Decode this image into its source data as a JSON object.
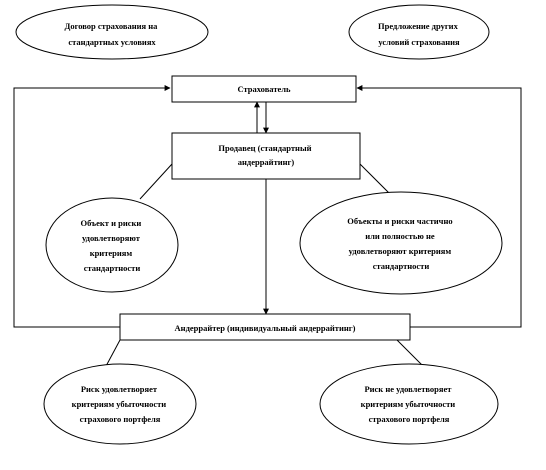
{
  "diagram": {
    "nodes": {
      "contract_standard": {
        "shape": "ellipse",
        "lines": [
          "Договор страхования на",
          "стандартных условиях"
        ]
      },
      "other_terms": {
        "shape": "ellipse",
        "lines": [
          "Предложение других",
          "условий страхования"
        ]
      },
      "insurer": {
        "shape": "rect",
        "lines": [
          "Страхователь"
        ]
      },
      "seller": {
        "shape": "rect",
        "lines": [
          "Продавец (стандартный",
          "андеррайтинг)"
        ]
      },
      "objects_meet": {
        "shape": "ellipse",
        "lines": [
          "Объект и риски",
          "удовлетворяют",
          "критериям",
          "стандартности"
        ]
      },
      "objects_partial": {
        "shape": "ellipse",
        "lines": [
          "Объекты и риски частично",
          "или полностью не",
          "удовлетворяют критериям",
          "стандартности"
        ]
      },
      "underwriter": {
        "shape": "rect",
        "lines": [
          "Андеррайтер (индивидуальный  андеррайтинг)"
        ]
      },
      "risk_meets": {
        "shape": "ellipse",
        "lines": [
          "Риск удовлетворяет",
          "критериям убыточности",
          "страхового портфеля"
        ]
      },
      "risk_not_meets": {
        "shape": "ellipse",
        "lines": [
          "Риск не удовлетворяет",
          "критериям убыточности",
          "страхового портфеля"
        ]
      }
    },
    "connectors": [
      {
        "id": "insurer-to-seller",
        "from": "insurer",
        "to": "seller",
        "arrow": true
      },
      {
        "id": "seller-to-insurer",
        "from": "seller",
        "to": "insurer",
        "arrow": true
      },
      {
        "id": "seller-to-underwriter",
        "from": "seller",
        "to": "underwriter",
        "arrow": true
      },
      {
        "id": "seller-to-objects-meet",
        "from": "seller",
        "to": "objects_meet",
        "arrow": false
      },
      {
        "id": "seller-to-objects-partial",
        "from": "seller",
        "to": "objects_partial",
        "arrow": false
      },
      {
        "id": "underwriter-to-insurer-left",
        "from": "underwriter",
        "to": "insurer",
        "arrow": true
      },
      {
        "id": "underwriter-to-insurer-right",
        "from": "underwriter",
        "to": "insurer",
        "arrow": true
      },
      {
        "id": "underwriter-to-risk-meets",
        "from": "underwriter",
        "to": "risk_meets",
        "arrow": false
      },
      {
        "id": "underwriter-to-risk-not-meets",
        "from": "underwriter",
        "to": "risk_not_meets",
        "arrow": false
      }
    ]
  }
}
